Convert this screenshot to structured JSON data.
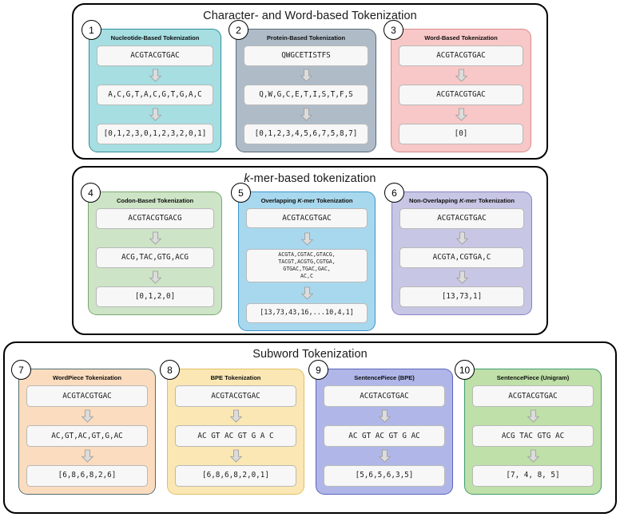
{
  "figure": {
    "title_semantic": "dna-tokenization-strategies-diagram"
  },
  "sections": [
    {
      "id": "character-and-word-based",
      "title_prefix": "",
      "title": "Character- and Word-based Tokenization",
      "panels": [
        {
          "number": "1",
          "title": "Nucleotide-Based Tokenization",
          "title_em": "",
          "title_suffix": "",
          "color": "#A6DEE2",
          "border": "#2e8f98",
          "steps": [
            "ACGTACGTGAC",
            "A,C,G,T,A,C,G,T,G,A,C",
            "[0,1,2,3,0,1,2,3,2,0,1]"
          ]
        },
        {
          "number": "2",
          "title": "Protein-Based Tokenization",
          "title_em": "",
          "title_suffix": "",
          "color": "#AFBCC8",
          "border": "#5a6a78",
          "steps": [
            "QWGCETISTFS",
            "Q,W,G,C,E,T,I,S,T,F,S",
            "[0,1,2,3,4,5,6,7,5,8,7]"
          ]
        },
        {
          "number": "3",
          "title": "Word-Based Tokenization",
          "title_em": "",
          "title_suffix": "",
          "color": "#F8C7C7",
          "border": "#d98b8b",
          "steps": [
            "ACGTACGTGAC",
            "ACGTACGTGAC",
            "[0]"
          ]
        }
      ]
    },
    {
      "id": "kmer-based",
      "title_prefix": "k",
      "title": "-mer-based tokenization",
      "panels": [
        {
          "number": "4",
          "title": "Codon-Based Tokenization",
          "title_em": "",
          "title_suffix": "",
          "color": "#CDE4C6",
          "border": "#7aa86f",
          "steps": [
            "ACGTACGTGACG",
            "ACG,TAC,GTG,ACG",
            "[0,1,2,0]"
          ]
        },
        {
          "number": "5",
          "title": "Overlapping ",
          "title_em": "K",
          "title_suffix": "-mer Tokenization",
          "color": "#A8D8EE",
          "border": "#3f93c9",
          "steps": [
            "ACGTACGTGAC",
            "ACGTA,CGTAC,GTACG,\nTACGT,ACGTG,CGTGA,\nGTGAC,TGAC,GAC,\nAC,C",
            "[13,73,43,16,...10,4,1]"
          ]
        },
        {
          "number": "6",
          "title": "Non-Overlapping ",
          "title_em": "K",
          "title_suffix": "-mer Tokenization",
          "color": "#C7C6E4",
          "border": "#8782c4",
          "steps": [
            "ACGTACGTGAC",
            "ACGTA,CGTGA,C",
            "[13,73,1]"
          ]
        }
      ]
    },
    {
      "id": "subword",
      "title_prefix": "",
      "title": "Subword Tokenization",
      "panels": [
        {
          "number": "7",
          "title": "WordPiece Tokenization",
          "title_em": "",
          "title_suffix": "",
          "color": "#FBDCBE",
          "border": "#e2a council",
          "steps": [
            "ACGTACGTGAC",
            "AC,GT,AC,GT,G,AC",
            "[6,8,6,8,2,6]"
          ]
        },
        {
          "number": "8",
          "title": "BPE Tokenization",
          "title_em": "",
          "title_suffix": "",
          "color": "#FBE7B3",
          "border": "#e0bf63",
          "steps": [
            "ACGTACGTGAC",
            "AC GT AC GT G A C",
            "[6,8,6,8,2,0,1]"
          ]
        },
        {
          "number": "9",
          "title": "SentencePiece (BPE)",
          "title_em": "",
          "title_suffix": "",
          "color": "#B0B7E8",
          "border": "#5b63bd",
          "steps": [
            "ACGTACGTGAC",
            "AC GT AC GT G AC",
            "[5,6,5,6,3,5]"
          ]
        },
        {
          "number": "10",
          "title": "SentencePiece (Unigram)",
          "title_em": "",
          "title_suffix": "",
          "color": "#BFE0A8",
          "border": "#3f9d6d",
          "steps": [
            "ACGTACGTGAC",
            "ACG TAC GTG AC",
            "[7, 4, 8, 5]"
          ]
        }
      ]
    }
  ],
  "icons": {
    "arrow": "down-arrow-icon"
  }
}
